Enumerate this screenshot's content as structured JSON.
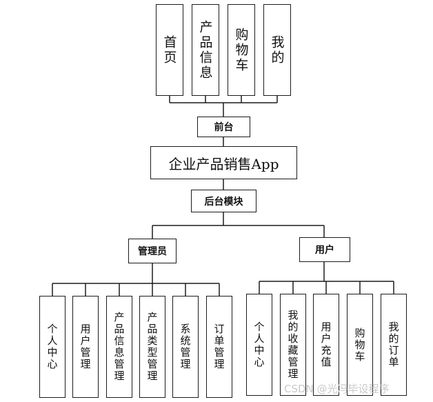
{
  "top_nodes": [
    "首页",
    "产品信息",
    "购物车",
    "我的"
  ],
  "front": "前台",
  "app": "企业产品销售App",
  "backend": "后台模块",
  "admin": "管理员",
  "user": "用户",
  "admin_children": [
    "个人中心",
    "用户管理",
    "产品信息管理",
    "产品类型管理",
    "系统管理",
    "订单管理"
  ],
  "user_children": [
    "个人中心",
    "我的收藏管理",
    "用户充值",
    "购物车",
    "我的订单"
  ],
  "watermark": "CSDN @光冯毕设程序"
}
